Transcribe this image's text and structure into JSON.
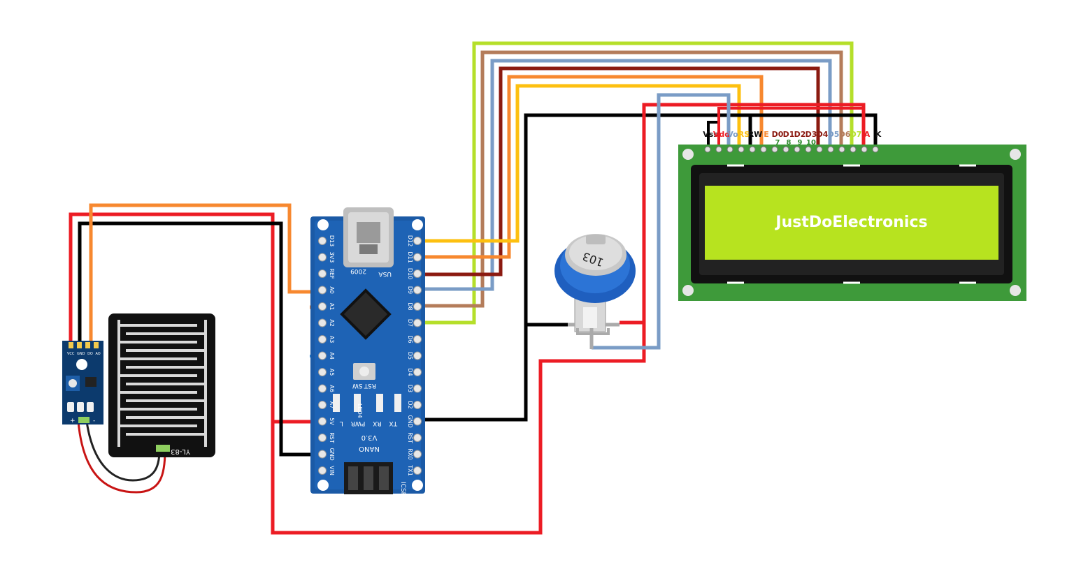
{
  "lcd": {
    "text": "JustDoElectronics",
    "pin_labels": [
      "Vss",
      "Vdd",
      "Vo",
      "RS",
      "RW",
      "E",
      "D0",
      "D1",
      "D2",
      "D3",
      "D4",
      "D5",
      "D6",
      "D7",
      "A",
      "K"
    ],
    "pin_numbers": [
      "7",
      "8",
      "9",
      "10"
    ]
  },
  "arduino": {
    "model": "NANO",
    "version": "V3.0",
    "year": "2009",
    "usb": "USA",
    "rst": "RST",
    "sw": "SW",
    "icsp": "ICSP",
    "left_pins": [
      "D13",
      "3V3",
      "REF",
      "A0",
      "A1",
      "A2",
      "A3",
      "A4",
      "A5",
      "A6",
      "A7",
      "5V",
      "RST",
      "GND",
      "VIN"
    ],
    "right_pins": [
      "D12",
      "D11",
      "D10",
      "D9",
      "D8",
      "D7",
      "D6",
      "D5",
      "D4",
      "D3",
      "D2",
      "GND",
      "RST",
      "RX0",
      "TX1"
    ],
    "leds": [
      "L",
      "PWR",
      "RX",
      "TX"
    ],
    "led_tag": "LED4"
  },
  "potentiometer": {
    "code": "103"
  },
  "rain_sensor": {
    "label": "YL-83"
  },
  "sensor_module": {
    "pins": [
      "VCC",
      "GND",
      "DO",
      "AO"
    ],
    "bottom": [
      "+",
      "-"
    ]
  },
  "colors": {
    "red": "#ec1c24",
    "black": "#000000",
    "orange": "#f7882f",
    "yellow": "#fdc010",
    "darkred": "#8b1a10",
    "blue": "#7a9cc6",
    "brown": "#b47c5a",
    "lime": "#b5df2a",
    "lcd_board": "#3e9a3a",
    "lcd_screen": "#b7e31f",
    "nano_board": "#1b5aa6"
  }
}
